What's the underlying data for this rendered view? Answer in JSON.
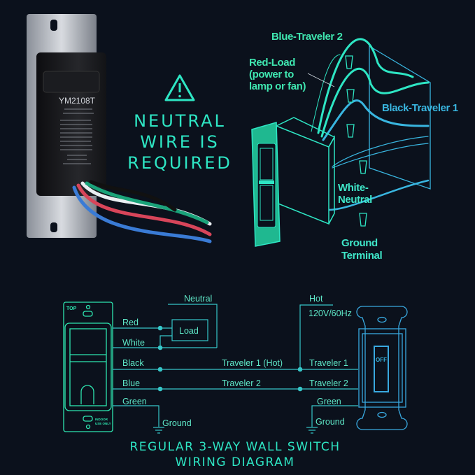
{
  "product": {
    "model_label": "YM2108T"
  },
  "warning": {
    "icon": "warning-triangle-icon",
    "line1": "NEUTRAL",
    "line2": "WIRE IS",
    "line3": "REQUIRED"
  },
  "install_diagram": {
    "blue_traveler": "Blue-Traveler 2",
    "red_load_1": "Red-Load",
    "red_load_2": "(power to",
    "red_load_3": "lamp or fan)",
    "black_traveler": "Black-Traveler 1",
    "white_neutral_1": "White-",
    "white_neutral_2": "Neutral",
    "ground_1": "Ground",
    "ground_2": "Terminal"
  },
  "wiring_diagram": {
    "left_switch": {
      "top": "TOP",
      "indoor_1": "INDOOR",
      "indoor_2": "USE ONLY"
    },
    "neutral": "Neutral",
    "load": "Load",
    "red": "Red",
    "white": "White",
    "black": "Black",
    "blue": "Blue",
    "green_left": "Green",
    "ground_left": "Ground",
    "traveler1_hot": "Traveler 1 (Hot)",
    "traveler2_mid": "Traveler 2",
    "hot": "Hot",
    "voltage": "120V/60Hz",
    "traveler1_right": "Traveler 1",
    "traveler2_right": "Traveler 2",
    "green_right": "Green",
    "ground_right": "Ground",
    "off": "OFF",
    "title_1": "REGULAR 3-WAY WALL SWITCH",
    "title_2": "WIRING DIAGRAM"
  },
  "colors": {
    "background": "#0b111c",
    "teal": "#2ee6c4",
    "cyan": "#39b6e0"
  }
}
